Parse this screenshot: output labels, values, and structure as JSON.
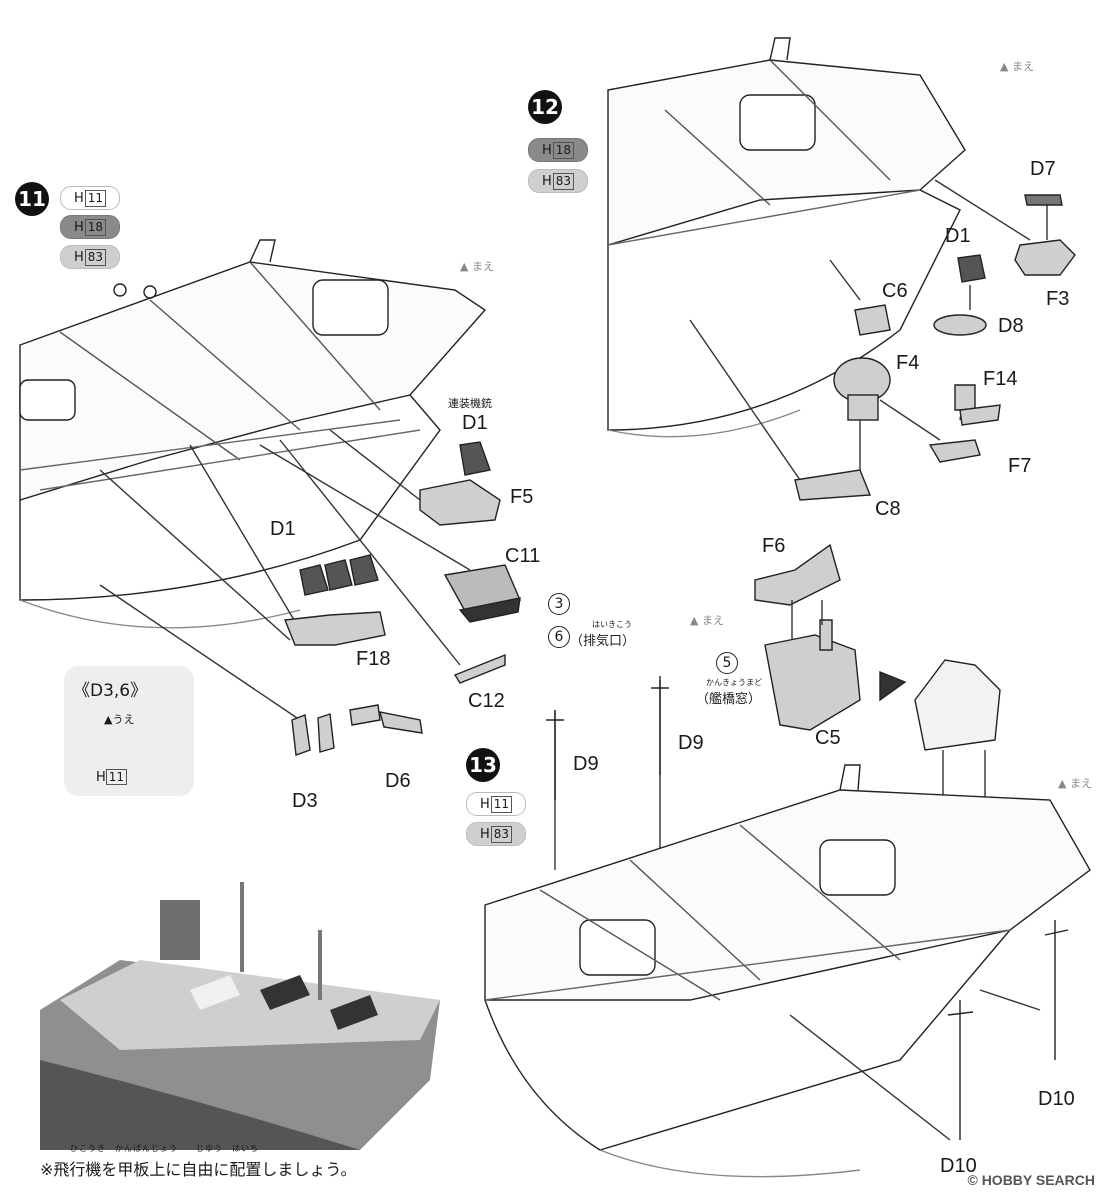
{
  "steps": {
    "s11": {
      "number": "11",
      "paints": [
        {
          "letter": "H",
          "code": "11"
        },
        {
          "letter": "H",
          "code": "18"
        },
        {
          "letter": "H",
          "code": "83"
        }
      ]
    },
    "s12": {
      "number": "12",
      "paints": [
        {
          "letter": "H",
          "code": "18"
        },
        {
          "letter": "H",
          "code": "83"
        }
      ]
    },
    "s13": {
      "number": "13",
      "paints": [
        {
          "letter": "H",
          "code": "11"
        },
        {
          "letter": "H",
          "code": "83"
        }
      ]
    }
  },
  "bow_marks": {
    "m1": "まえ",
    "m2": "まえ",
    "m3": "まえ",
    "m4": "まえ"
  },
  "parts_step11": {
    "gun_caption": "連装機銃",
    "d1_top": "D1",
    "f5": "F5",
    "c11": "C11",
    "d1_mid": "D1",
    "f18": "F18",
    "c12": "C12",
    "d3": "D3",
    "d6": "D6",
    "circle3": "3",
    "circle6": "6",
    "exhaust_ruby": "はいきこう",
    "exhaust": "（排気口）"
  },
  "detail_box": {
    "title": "《D3,6》",
    "up_label": "▲うえ",
    "paint_letter": "H",
    "paint_code": "11"
  },
  "parts_step12": {
    "d7": "D7",
    "d1": "D1",
    "c6": "C6",
    "f3": "F3",
    "d8": "D8",
    "f4": "F4",
    "f14": "F14",
    "f7": "F7",
    "c8": "C8"
  },
  "parts_step13": {
    "f6": "F6",
    "circle5": "5",
    "bridge_ruby": "かんきょうまど",
    "bridge_window": "（艦橋窓）",
    "c5": "C5",
    "d9_left": "D9",
    "d9_right": "D9",
    "d10_left": "D10",
    "d10_right": "D10"
  },
  "photo_note": {
    "ruby": "ひこうき　かんぱんじょう　　じゆう　はいち",
    "text": "※飛行機を甲板上に自由に配置しましょう。"
  },
  "watermark": "HOBBY SEARCH"
}
